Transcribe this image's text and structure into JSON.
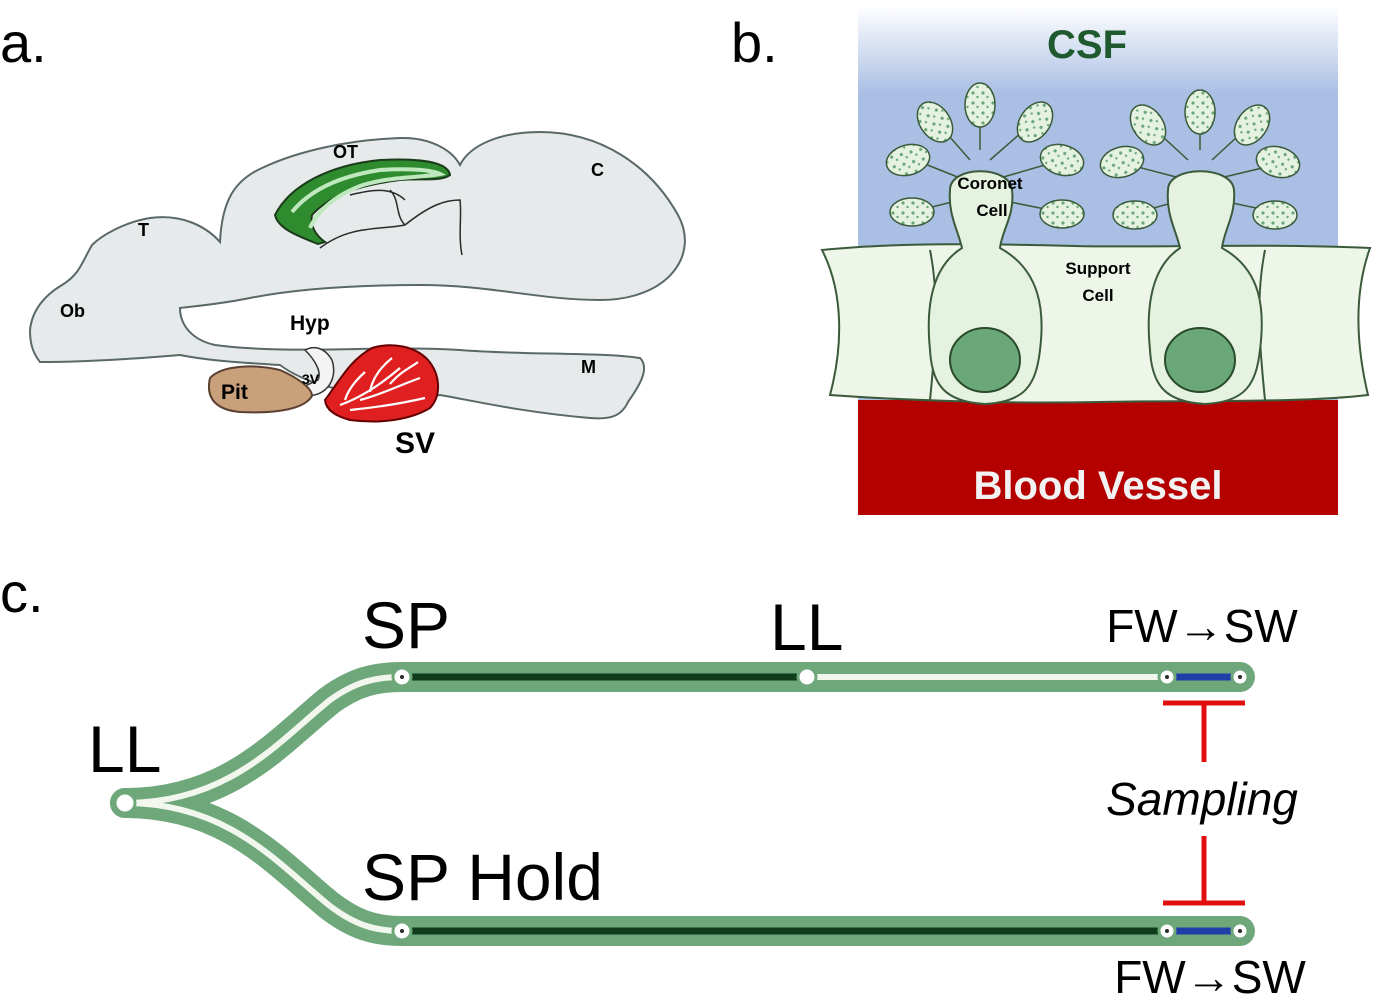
{
  "panels": {
    "a": {
      "letter": "a.",
      "labels": {
        "ot": "OT",
        "c": "C",
        "t": "T",
        "ob": "Ob",
        "hyp": "Hyp",
        "pit": "Pit",
        "v3": "3V",
        "m": "M",
        "sv": "SV"
      }
    },
    "b": {
      "letter": "b.",
      "csf": "CSF",
      "coronet_line1": "Coronet",
      "coronet_line2": "Cell",
      "support_line1": "Support",
      "support_line2": "Cell",
      "blood_vessel": "Blood Vessel"
    },
    "c": {
      "letter": "c.",
      "ll_left": "LL",
      "sp": "SP",
      "ll_mid": "LL",
      "fw_sw_top": "FW→SW",
      "sampling": "Sampling",
      "sp_hold": "SP Hold",
      "fw_sw_bottom": "FW→SW"
    }
  },
  "colors": {
    "brain_fill": "#e6eaea",
    "ot_green": "#2e8b2e",
    "sv_red": "#e02020",
    "pit_tan": "#c8a07a",
    "csf_blue": "#aabfe4",
    "cell_green": "#e6f2e0",
    "nucleus_green": "#6aa87a",
    "blood_red": "#b50000",
    "track_green": "#6ea77a",
    "dark_segment": "#0f3d1c",
    "blue_segment": "#1f3fa8",
    "sampling_red": "#e01010"
  }
}
